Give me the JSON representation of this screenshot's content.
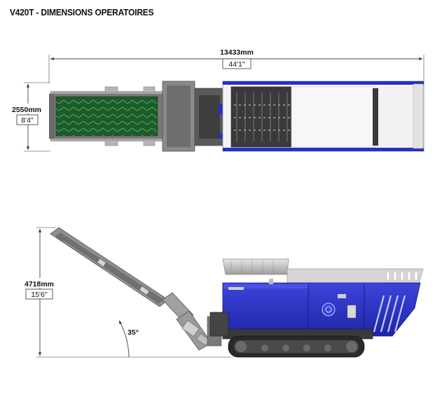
{
  "title": "V420T - DIMENSIONS OPERATOIRES",
  "top_view": {
    "length_mm": "13433mm",
    "length_ft": "44'1\"",
    "width_mm": "2550mm",
    "width_ft": "8'4\""
  },
  "side_view": {
    "height_mm": "4718mm",
    "height_ft": "15'6\"",
    "conveyor_angle": "35°"
  },
  "colors": {
    "machine_blue": "#2a2fc2",
    "belt_green": "#2a7a3a",
    "frame_grey": "#8d8d8d",
    "dimension_line": "#555555"
  }
}
